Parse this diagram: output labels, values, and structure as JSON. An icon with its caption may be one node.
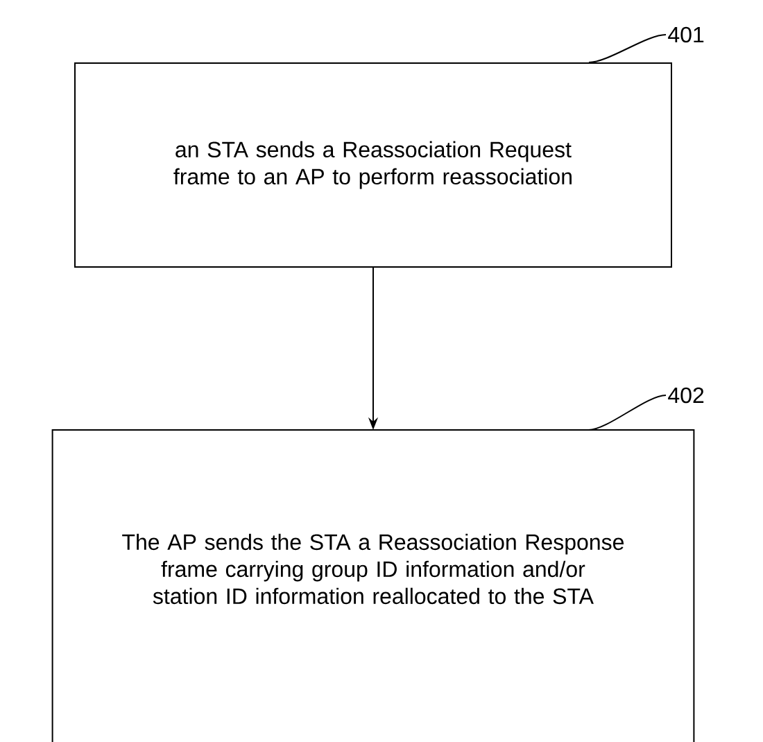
{
  "diagram": {
    "nodes": [
      {
        "text": [
          "an STA sends a Reassociation Request frame to an AP to perform reassociation"
        ]
      },
      {
        "text": [
          "The AP sends the STA a Reassociation Response frame carrying group ID information and/or station ID information reallocated to the STA"
        ]
      },
      {
        "text": [
          "401"
        ]
      },
      {
        "text": [
          "402"
        ]
      }
    ],
    "edges": [
      {
        "from": 0,
        "to": 1,
        "arrow": "to"
      },
      {
        "from": 2,
        "to": 0,
        "arrow": "none"
      },
      {
        "from": 3,
        "to": 1,
        "arrow": "none"
      }
    ]
  }
}
